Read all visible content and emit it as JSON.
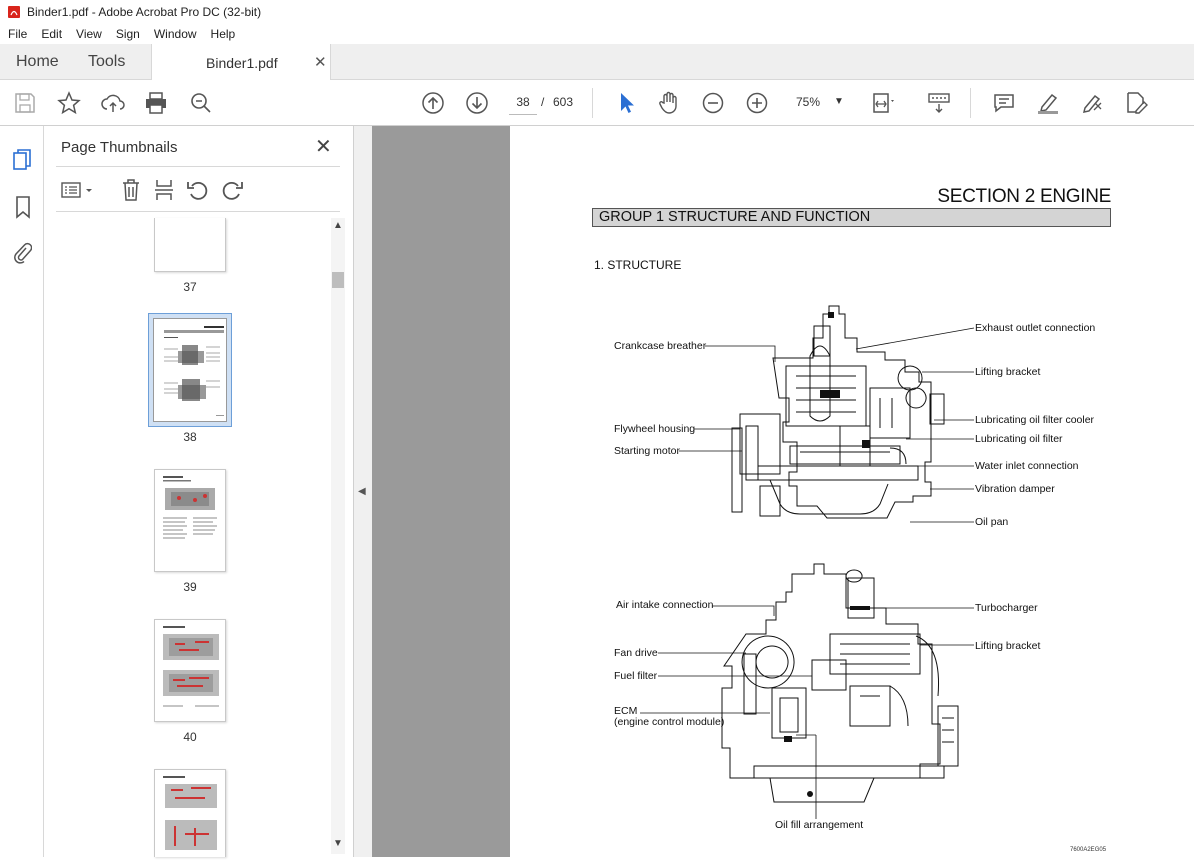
{
  "window": {
    "title": "Binder1.pdf - Adobe Acrobat Pro DC (32-bit)"
  },
  "menu": [
    "File",
    "Edit",
    "View",
    "Sign",
    "Window",
    "Help"
  ],
  "tabs": {
    "home": "Home",
    "tools": "Tools",
    "doc": "Binder1.pdf"
  },
  "toolbar": {
    "page_current": "38",
    "page_sep": "/",
    "page_total": "603",
    "zoom": "75%"
  },
  "panel": {
    "title": "Page Thumbnails",
    "thumbs": [
      "37",
      "38",
      "39",
      "40"
    ]
  },
  "doc": {
    "section": "SECTION 2  ENGINE",
    "group": "GROUP  1  STRUCTURE AND FUNCTION",
    "structure": "1. STRUCTURE",
    "labels_top": {
      "exhaust": "Exhaust outlet connection",
      "crankcase": "Crankcase breather",
      "lifting": "Lifting bracket",
      "lube_cooler": "Lubricating oil filter cooler",
      "flywheel": "Flywheel housing",
      "lube_filter": "Lubricating oil filter",
      "starting": "Starting motor",
      "water": "Water inlet connection",
      "vibration": "Vibration damper",
      "oilpan": "Oil pan"
    },
    "labels_bottom": {
      "air": "Air intake connection",
      "turbo": "Turbocharger",
      "lifting": "Lifting bracket",
      "fan": "Fan drive",
      "fuel": "Fuel filter",
      "ecm1": "ECM",
      "ecm2": "(engine control module)",
      "oilfill": "Oil fill arrangement"
    },
    "code": "7600A2EG05"
  }
}
